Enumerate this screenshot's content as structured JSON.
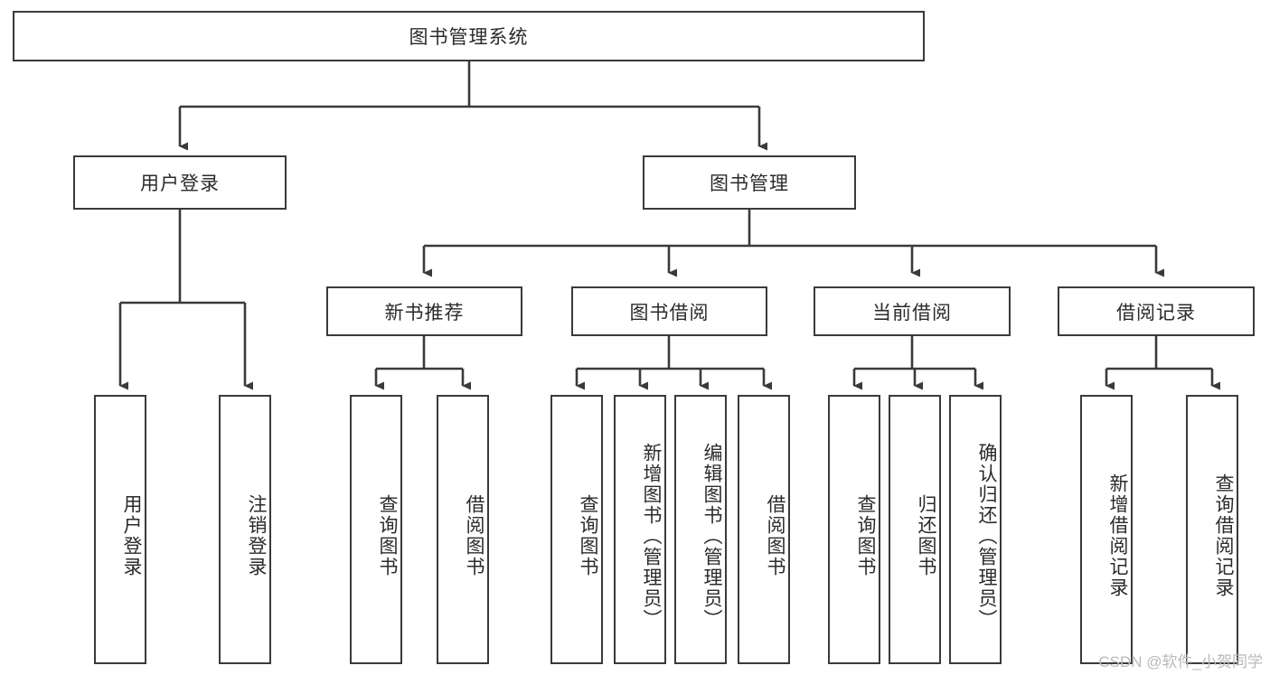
{
  "diagram": {
    "title": "图书管理系统",
    "type": "tree-hierarchy-chart",
    "orientation": "top-down",
    "colors": {
      "box_border": "#3a3a3a",
      "box_fill": "#ffffff",
      "connector": "#3a3a3a",
      "text": "#2b2b2b",
      "watermark": "#b9b9b9",
      "background": "#ffffff"
    },
    "root": {
      "id": "root",
      "label": "图书管理系统",
      "level": 1
    },
    "level2": [
      {
        "id": "user-login",
        "label": "用户登录",
        "level": 2
      },
      {
        "id": "book-manage",
        "label": "图书管理",
        "level": 2
      }
    ],
    "level3": [
      {
        "id": "new-book-recommend",
        "label": "新书推荐",
        "level": 3,
        "parent": "book-manage"
      },
      {
        "id": "book-borrow",
        "label": "图书借阅",
        "level": 3,
        "parent": "book-manage"
      },
      {
        "id": "current-borrow",
        "label": "当前借阅",
        "level": 3,
        "parent": "book-manage"
      },
      {
        "id": "borrow-record",
        "label": "借阅记录",
        "level": 3,
        "parent": "book-manage"
      }
    ],
    "leaves": [
      {
        "id": "leaf-user-login",
        "label": "用户登录",
        "parent": "user-login"
      },
      {
        "id": "leaf-logout-login",
        "label": "注销登录",
        "parent": "user-login"
      },
      {
        "id": "leaf-query-book-1",
        "label": "查询图书",
        "parent": "new-book-recommend"
      },
      {
        "id": "leaf-borrow-book-1",
        "label": "借阅图书",
        "parent": "new-book-recommend"
      },
      {
        "id": "leaf-query-book-2",
        "label": "查询图书",
        "parent": "book-borrow"
      },
      {
        "id": "leaf-add-book",
        "label": "新增图书（管理员）",
        "parent": "book-borrow"
      },
      {
        "id": "leaf-edit-book",
        "label": "编辑图书（管理员）",
        "parent": "book-borrow"
      },
      {
        "id": "leaf-borrow-book-2",
        "label": "借阅图书",
        "parent": "book-borrow"
      },
      {
        "id": "leaf-query-book-3",
        "label": "查询图书",
        "parent": "current-borrow"
      },
      {
        "id": "leaf-return-book",
        "label": "归还图书",
        "parent": "current-borrow"
      },
      {
        "id": "leaf-confirm-return",
        "label": "确认归还（管理员）",
        "parent": "current-borrow"
      },
      {
        "id": "leaf-add-record",
        "label": "新增借阅记录",
        "parent": "borrow-record"
      },
      {
        "id": "leaf-query-record",
        "label": "查询借阅记录",
        "parent": "borrow-record"
      }
    ]
  },
  "watermark": {
    "text": "CSDN @软件_小贺同学"
  }
}
